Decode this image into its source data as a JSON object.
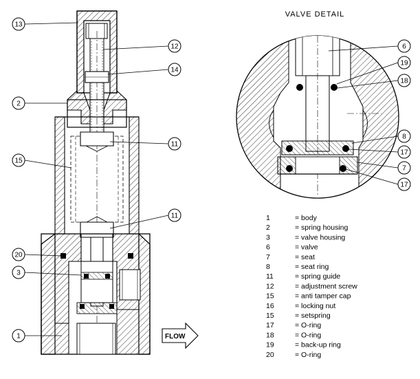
{
  "detail_title": "VALVE DETAIL",
  "flow_label": "FLOW",
  "callouts_main": [
    "13",
    "12",
    "14",
    "2",
    "11",
    "15",
    "11",
    "20",
    "3",
    "1"
  ],
  "callouts_detail": [
    "6",
    "19",
    "18",
    "8",
    "17",
    "7",
    "17"
  ],
  "legend": [
    {
      "num": "1",
      "desc": "= body"
    },
    {
      "num": "2",
      "desc": "= spring housing"
    },
    {
      "num": "3",
      "desc": "= valve housing"
    },
    {
      "num": "6",
      "desc": "= valve"
    },
    {
      "num": "7",
      "desc": "= seat"
    },
    {
      "num": "8",
      "desc": "= seat ring"
    },
    {
      "num": "11",
      "desc": "= spring guide"
    },
    {
      "num": "12",
      "desc": "= adjustment screw"
    },
    {
      "num": "15",
      "desc": "= anti tamper cap"
    },
    {
      "num": "16",
      "desc": "= locking nut"
    },
    {
      "num": "15",
      "desc": "= setspring"
    },
    {
      "num": "17",
      "desc": "= O-ring"
    },
    {
      "num": "18",
      "desc": "= O-ring"
    },
    {
      "num": "19",
      "desc": "= back-up ring"
    },
    {
      "num": "20",
      "desc": "= O-ring"
    }
  ]
}
